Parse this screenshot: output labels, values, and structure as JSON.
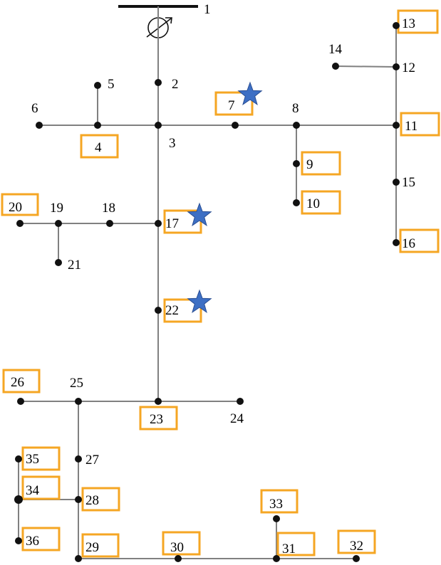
{
  "diagram": {
    "source_bus": "1",
    "nodes": [
      {
        "id": "2",
        "label": "2",
        "boxed": false,
        "star": false
      },
      {
        "id": "3",
        "label": "3",
        "boxed": false,
        "star": false
      },
      {
        "id": "4",
        "label": "4",
        "boxed": true,
        "star": false
      },
      {
        "id": "5",
        "label": "5",
        "boxed": false,
        "star": false
      },
      {
        "id": "6",
        "label": "6",
        "boxed": false,
        "star": false
      },
      {
        "id": "7",
        "label": "7",
        "boxed": true,
        "star": true
      },
      {
        "id": "8",
        "label": "8",
        "boxed": false,
        "star": false
      },
      {
        "id": "9",
        "label": "9",
        "boxed": true,
        "star": false
      },
      {
        "id": "10",
        "label": "10",
        "boxed": true,
        "star": false
      },
      {
        "id": "11",
        "label": "11",
        "boxed": true,
        "star": false
      },
      {
        "id": "12",
        "label": "12",
        "boxed": false,
        "star": false
      },
      {
        "id": "13",
        "label": "13",
        "boxed": true,
        "star": false
      },
      {
        "id": "14",
        "label": "14",
        "boxed": false,
        "star": false
      },
      {
        "id": "15",
        "label": "15",
        "boxed": false,
        "star": false
      },
      {
        "id": "16",
        "label": "16",
        "boxed": true,
        "star": false
      },
      {
        "id": "17",
        "label": "17",
        "boxed": true,
        "star": true
      },
      {
        "id": "18",
        "label": "18",
        "boxed": false,
        "star": false
      },
      {
        "id": "19",
        "label": "19",
        "boxed": false,
        "star": false
      },
      {
        "id": "20",
        "label": "20",
        "boxed": true,
        "star": false
      },
      {
        "id": "21",
        "label": "21",
        "boxed": false,
        "star": false
      },
      {
        "id": "22",
        "label": "22",
        "boxed": true,
        "star": true
      },
      {
        "id": "23",
        "label": "23",
        "boxed": true,
        "star": false
      },
      {
        "id": "24",
        "label": "24",
        "boxed": false,
        "star": false
      },
      {
        "id": "25",
        "label": "25",
        "boxed": false,
        "star": false
      },
      {
        "id": "26",
        "label": "26",
        "boxed": true,
        "star": false
      },
      {
        "id": "27",
        "label": "27",
        "boxed": false,
        "star": false
      },
      {
        "id": "28",
        "label": "28",
        "boxed": true,
        "star": false
      },
      {
        "id": "29",
        "label": "29",
        "boxed": true,
        "star": false
      },
      {
        "id": "30",
        "label": "30",
        "boxed": true,
        "star": false
      },
      {
        "id": "31",
        "label": "31",
        "boxed": true,
        "star": false
      },
      {
        "id": "32",
        "label": "32",
        "boxed": true,
        "star": false
      },
      {
        "id": "33",
        "label": "33",
        "boxed": true,
        "star": false
      },
      {
        "id": "34",
        "label": "34",
        "boxed": true,
        "star": false
      },
      {
        "id": "35",
        "label": "35",
        "boxed": true,
        "star": false
      },
      {
        "id": "36",
        "label": "36",
        "boxed": true,
        "star": false
      }
    ],
    "edges": [
      [
        "1",
        "2"
      ],
      [
        "2",
        "3"
      ],
      [
        "3",
        "4"
      ],
      [
        "4",
        "6"
      ],
      [
        "4",
        "5"
      ],
      [
        "3",
        "7"
      ],
      [
        "7",
        "8"
      ],
      [
        "8",
        "11"
      ],
      [
        "8",
        "9"
      ],
      [
        "9",
        "10"
      ],
      [
        "11",
        "12"
      ],
      [
        "12",
        "13"
      ],
      [
        "12",
        "14"
      ],
      [
        "11",
        "15"
      ],
      [
        "15",
        "16"
      ],
      [
        "3",
        "17"
      ],
      [
        "17",
        "18"
      ],
      [
        "18",
        "19"
      ],
      [
        "19",
        "20"
      ],
      [
        "19",
        "21"
      ],
      [
        "17",
        "22"
      ],
      [
        "22",
        "23"
      ],
      [
        "23",
        "24"
      ],
      [
        "23",
        "25"
      ],
      [
        "25",
        "26"
      ],
      [
        "25",
        "27"
      ],
      [
        "27",
        "28"
      ],
      [
        "28",
        "29"
      ],
      [
        "28",
        "34"
      ],
      [
        "34",
        "35"
      ],
      [
        "34",
        "36"
      ],
      [
        "29",
        "30"
      ],
      [
        "30",
        "31"
      ],
      [
        "31",
        "32"
      ],
      [
        "31",
        "33"
      ]
    ],
    "colors": {
      "line": "#808080",
      "node": "#111111",
      "box": "#f5a623",
      "star": "#3d6fc4"
    }
  }
}
